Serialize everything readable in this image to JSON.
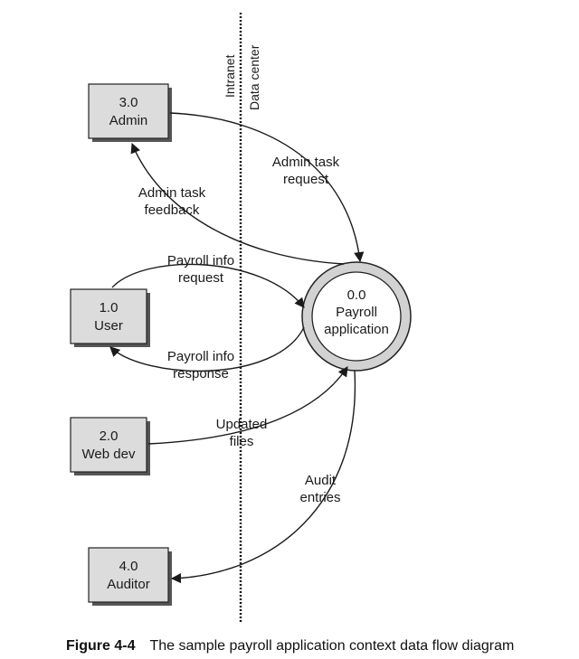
{
  "boundary": {
    "left_label": "Intranet",
    "right_label": "Data center"
  },
  "entities": {
    "admin": {
      "id": "3.0",
      "name": "Admin"
    },
    "user": {
      "id": "1.0",
      "name": "User"
    },
    "webdev": {
      "id": "2.0",
      "name": "Web dev"
    },
    "auditor": {
      "id": "4.0",
      "name": "Auditor"
    }
  },
  "process": {
    "id": "0.0",
    "line1": "Payroll",
    "line2": "application"
  },
  "flows": {
    "admin_task_request": [
      "Admin task",
      "request"
    ],
    "admin_task_feedback": [
      "Admin task",
      "feedback"
    ],
    "payroll_info_request": [
      "Payroll info",
      "request"
    ],
    "payroll_info_response": [
      "Payroll info",
      "response"
    ],
    "updated_files": [
      "Updated",
      "files"
    ],
    "audit_entries": [
      "Audit",
      "entries"
    ]
  },
  "caption": {
    "figure": "Figure 4-4",
    "text": "The sample payroll application context data flow diagram"
  }
}
